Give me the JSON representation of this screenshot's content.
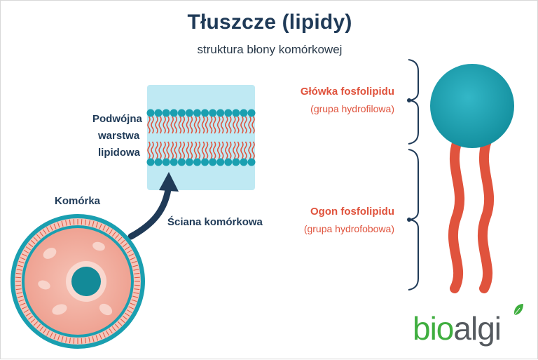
{
  "title": "Tłuszcze (lipidy)",
  "subtitle": "struktura błony komórkowej",
  "labels": {
    "bilayer": [
      "Podwójna",
      "warstwa",
      "lipidowa"
    ],
    "cell": "Komórka",
    "cell_wall": "Ściana komórkowa",
    "head_title": "Główka fosfolipidu",
    "head_sub": "(grupa hydrofilowa)",
    "tail_title": "Ogon fosfolipidu",
    "tail_sub": "(grupa hydrofobowa)"
  },
  "logo": {
    "part1": "bio",
    "part2": "algi"
  },
  "colors": {
    "teal": "#1a9fb0",
    "tail_red": "#e0533d",
    "navy": "#1f3a57",
    "cell_pink": "#f3b3a5",
    "bilayer_bg": "#bfe9f3",
    "logo_green": "#3fae3f"
  }
}
